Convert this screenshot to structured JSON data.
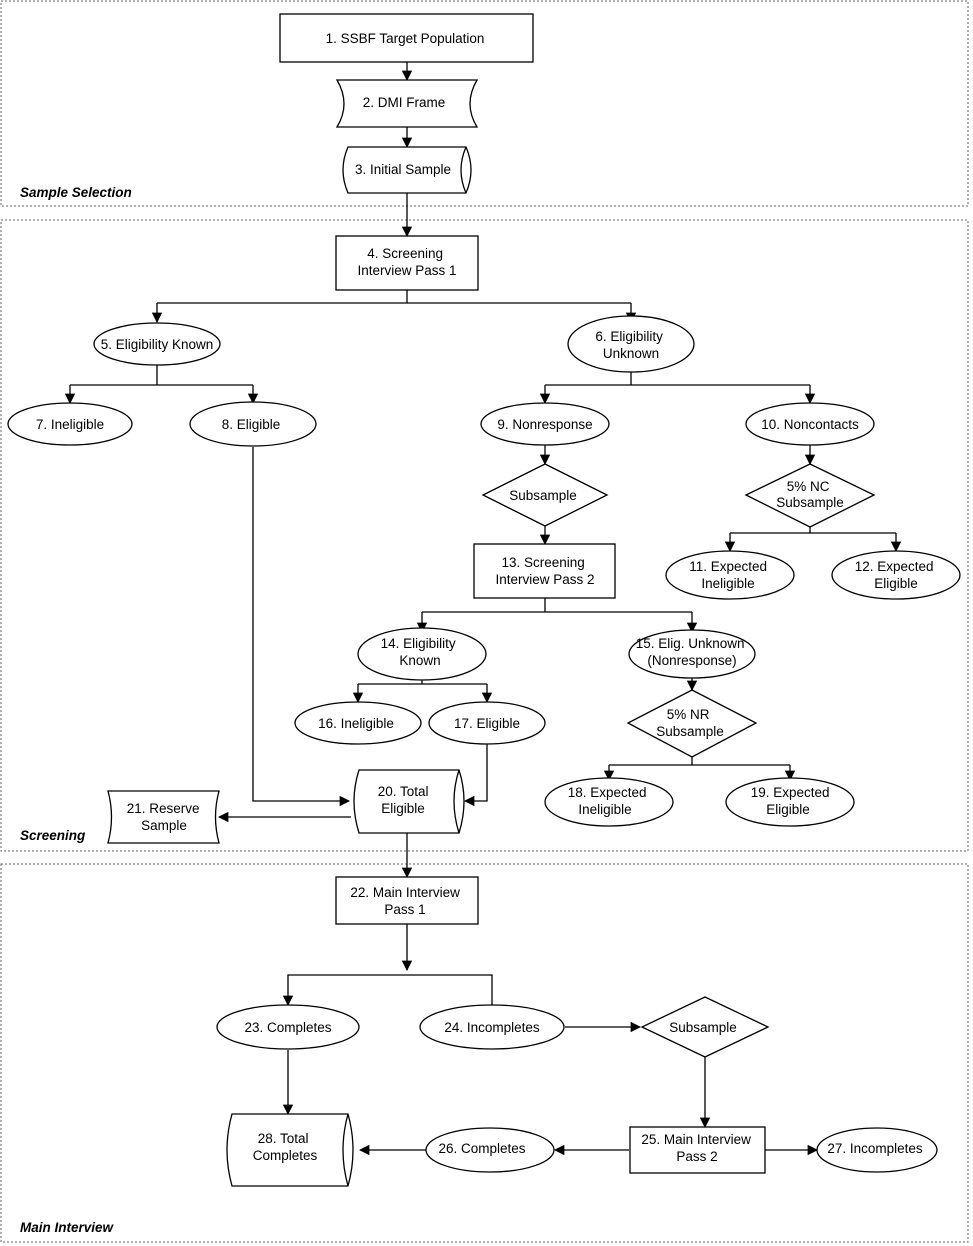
{
  "sections": {
    "sample_selection": "Sample Selection",
    "screening": "Screening",
    "main_interview": "Main Interview"
  },
  "nodes": {
    "n1": [
      "1. SSBF Target Population"
    ],
    "n2": [
      "2. DMI Frame"
    ],
    "n3": [
      "3. Initial Sample"
    ],
    "n4": [
      "4. Screening",
      "Interview Pass 1"
    ],
    "n5": [
      "5. Eligibility Known"
    ],
    "n6": [
      "6. Eligibility",
      "Unknown"
    ],
    "n7": [
      "7. Ineligible"
    ],
    "n8": [
      "8. Eligible"
    ],
    "n9": [
      "9. Nonresponse"
    ],
    "n10": [
      "10. Noncontacts"
    ],
    "sub1": [
      "Subsample"
    ],
    "nc5": [
      "5% NC",
      "Subsample"
    ],
    "n11": [
      "11. Expected",
      "Ineligible"
    ],
    "n12": [
      "12. Expected",
      "Eligible"
    ],
    "n13": [
      "13. Screening",
      "Interview Pass 2"
    ],
    "n14": [
      "14. Eligibility",
      "Known"
    ],
    "n15": [
      "15. Elig. Unknown",
      "(Nonresponse)"
    ],
    "n16": [
      "16. Ineligible"
    ],
    "n17": [
      "17. Eligible"
    ],
    "nr5": [
      "5% NR",
      "Subsample"
    ],
    "n18": [
      "18. Expected",
      "Ineligible"
    ],
    "n19": [
      "19. Expected",
      "Eligible"
    ],
    "n20": [
      "20. Total",
      "Eligible"
    ],
    "n21": [
      "21. Reserve",
      "Sample"
    ],
    "n22": [
      "22. Main Interview",
      "Pass 1"
    ],
    "n23": [
      "23. Completes"
    ],
    "n24": [
      "24. Incompletes"
    ],
    "sub2": [
      "Subsample"
    ],
    "n25": [
      "25. Main Interview",
      "Pass 2"
    ],
    "n26": [
      "26. Completes"
    ],
    "n27": [
      "27. Incompletes"
    ],
    "n28": [
      "28. Total",
      "Completes"
    ]
  }
}
